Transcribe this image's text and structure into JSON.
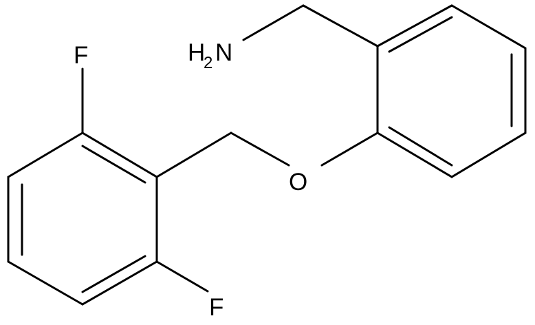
{
  "molecule": {
    "atoms": {
      "amine": {
        "symbol": "H",
        "subscript": "2",
        "suffix": "N"
      },
      "oxygen": {
        "symbol": "O"
      },
      "fluorine_top": {
        "symbol": "F"
      },
      "fluorine_bottom": {
        "symbol": "F"
      }
    }
  }
}
